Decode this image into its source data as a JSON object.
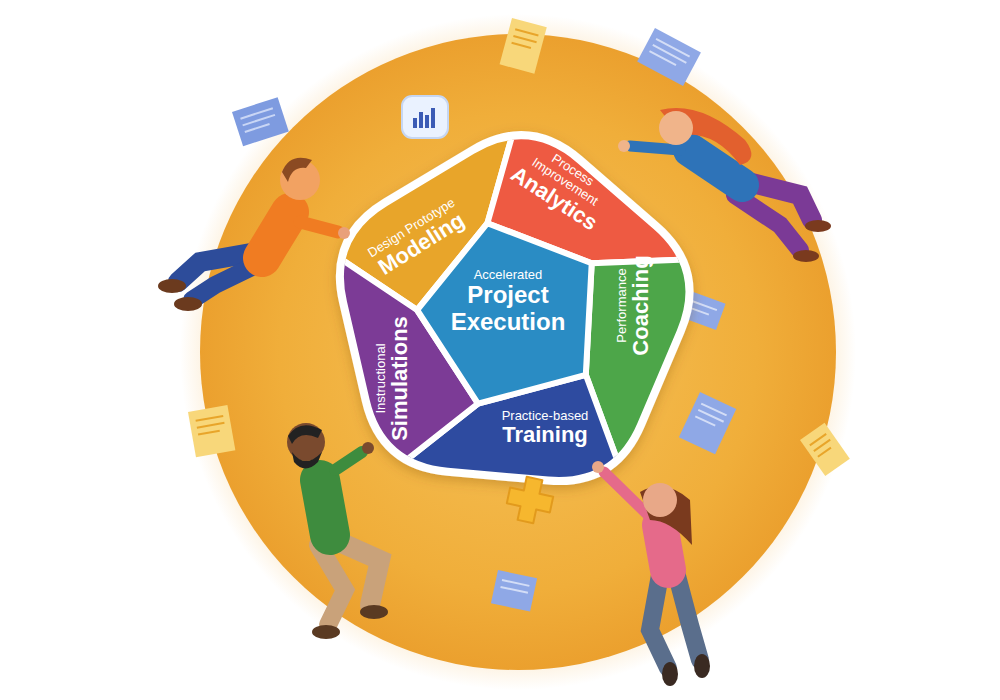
{
  "diagram": {
    "nodes": [
      {
        "text": [
          "Design Prototype",
          "Modeling"
        ]
      },
      {
        "text": [
          "Process Improvement",
          "Analytics"
        ]
      },
      {
        "text": [
          "Performance",
          "Coaching"
        ]
      },
      {
        "text": [
          "Practice-based",
          "Training"
        ]
      },
      {
        "text": [
          "Instructional",
          "Simulations"
        ]
      },
      {
        "text": [
          "Accelerated",
          "Project Execution"
        ]
      }
    ]
  }
}
